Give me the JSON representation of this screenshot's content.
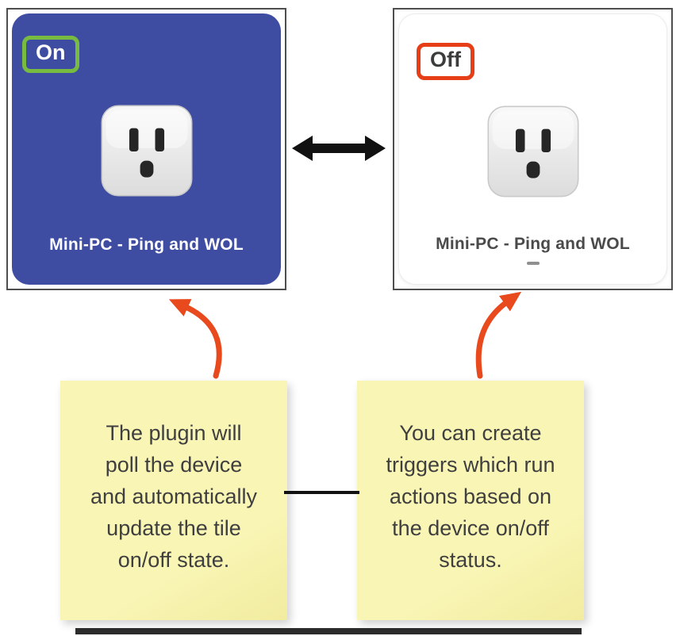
{
  "tiles": {
    "on": {
      "state": "On",
      "label": "Mini-PC - Ping and WOL"
    },
    "off": {
      "state": "Off",
      "label": "Mini-PC - Ping and WOL"
    }
  },
  "notes": {
    "left": {
      "lines": [
        "The plugin will",
        "poll the device",
        "and automatically",
        "update the tile",
        "on/off state."
      ]
    },
    "right": {
      "lines": [
        "You can create",
        "triggers which run",
        "actions based on",
        "the device on/off",
        "status."
      ]
    }
  },
  "icons": {
    "device": "power-outlet-icon",
    "swap": "double-headed-arrow-icon",
    "pointer": "curved-arrow-icon"
  },
  "colors": {
    "tile_on_bg": "#3e4da1",
    "badge_on_border": "#77bc41",
    "badge_off_border": "#e63f17",
    "arrow_red": "#e8491d",
    "note_bg": "#f9f5b4"
  }
}
